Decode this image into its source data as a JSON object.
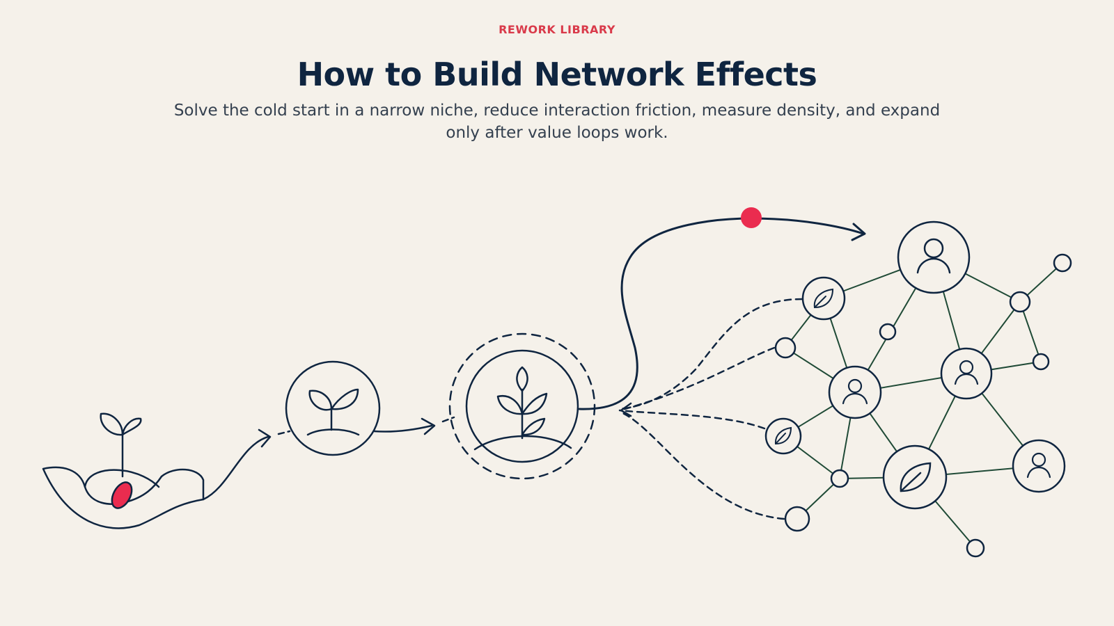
{
  "header": {
    "eyebrow": "REWORK LIBRARY",
    "title": "How to Build Network Effects",
    "subtitle": "Solve the cold start in a narrow niche, reduce interaction friction, measure density, and expand only after value loops work."
  },
  "colors": {
    "background": "#f5f1ea",
    "ink": "#0f2540",
    "accent": "#ea2c4f",
    "eyebrow": "#d93a4a",
    "subtitle": "#34404f",
    "network_line": "#1f4a36"
  },
  "icons": [
    "seed-icon",
    "sprout-icon",
    "plant-icon",
    "leaf-icon",
    "person-icon"
  ]
}
